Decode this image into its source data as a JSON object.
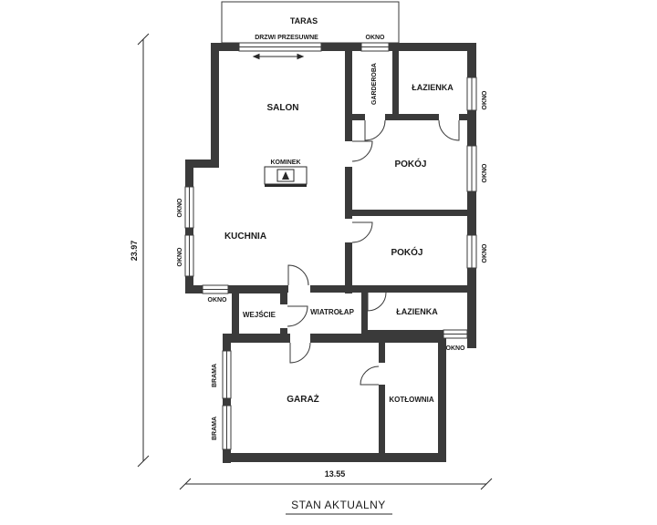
{
  "colors": {
    "wall": "#3a3a3a",
    "background": "#ffffff",
    "text": "#1a1a1a"
  },
  "terrace": {
    "label": "TARAS",
    "door_label": "DRZWI PRZESUWNE"
  },
  "rooms": {
    "salon": "SALON",
    "kominek": "KOMINEK",
    "kuchnia": "KUCHNIA",
    "garderoba": "GARDEROBA",
    "lazienka_top": "ŁAZIENKA",
    "pokoj_1": "POKÓJ",
    "pokoj_2": "POKÓJ",
    "wejscie": "WEJŚCIE",
    "wiatrolap": "WIATROŁAP",
    "lazienka_bottom": "ŁAZIENKA",
    "garaz": "GARAŻ",
    "kotlownia": "KOTŁOWNIA"
  },
  "windows": {
    "top": "OKNO",
    "right_1": "OKNO",
    "right_2": "OKNO",
    "right_3": "OKNO",
    "left_1": "OKNO",
    "left_2": "OKNO",
    "bottom_left": "OKNO",
    "bottom_right": "OKNO"
  },
  "gates": {
    "gate_1": "BRAMA",
    "gate_2": "BRAMA"
  },
  "dimensions": {
    "height": "23.97",
    "width": "13.55"
  },
  "caption": "STAN AKTUALNY"
}
